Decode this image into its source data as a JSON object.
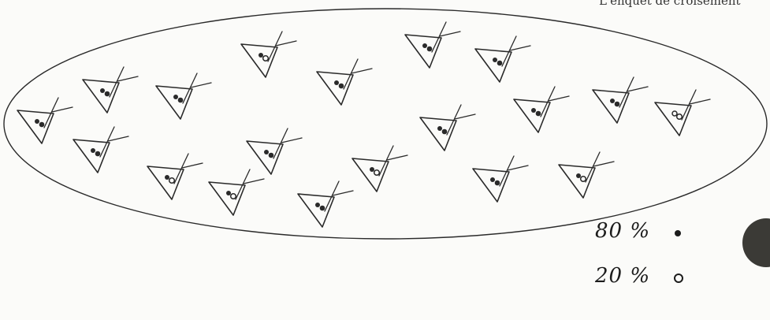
{
  "header": {
    "left_text": "",
    "right_text": "L'enquet de croisement"
  },
  "legend": {
    "line1": {
      "value": "80 %",
      "symbol": "filled-dot"
    },
    "line2": {
      "value": "20 %",
      "symbol": "hollow-dot"
    }
  },
  "colors": {
    "ink": "#2a2a2a",
    "paper": "#fbfbf9",
    "blob": "#3b3a36"
  }
}
